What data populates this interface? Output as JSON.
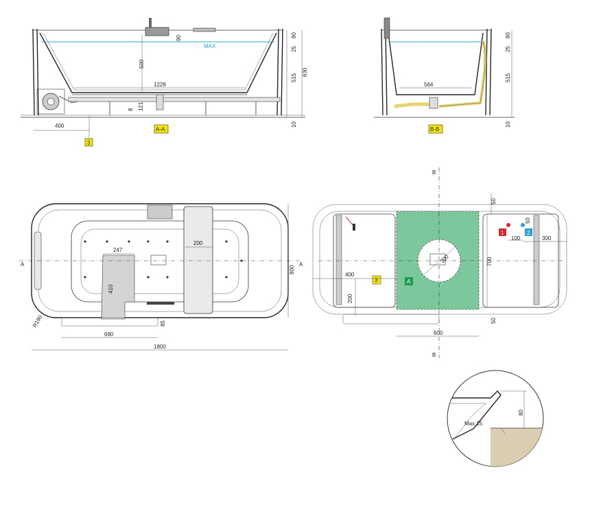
{
  "colors": {
    "water_line": "#29a3d6",
    "tag_yellow": "#f5e600",
    "tag_red": "#d7262e",
    "tag_blue": "#2ba1d8",
    "tag_green": "#1e9a50",
    "zone_green": "#7cc79b",
    "floor": "#d9cdb2"
  },
  "section_aa": {
    "label": "A-A",
    "water": "MAX",
    "dims": {
      "d90": "90",
      "d80": "80",
      "d25": "25",
      "d500": "500",
      "d515": "515",
      "d630": "630",
      "d1228": "1228",
      "d121": "121",
      "d8": "8",
      "d10": "10",
      "d400": "400"
    },
    "tag": "3"
  },
  "section_bb": {
    "label": "B-B",
    "dims": {
      "d80": "80",
      "d25": "25",
      "d564": "564",
      "d515": "515",
      "d10": "10"
    }
  },
  "plan_view": {
    "axis_left": "A",
    "axis_right": "A",
    "dims": {
      "d247": "247",
      "d200": "200",
      "d410": "410",
      "d800": "800",
      "d85": "85",
      "d690": "690",
      "d1800": "1800",
      "r190": "R190"
    }
  },
  "install_view": {
    "axis_top": "B",
    "axis_bottom": "B",
    "tags": {
      "t1": "1",
      "t2": "2",
      "t3": "3",
      "tA": "A"
    },
    "dims": {
      "d50_top": "50",
      "d50_b": "50",
      "d100": "100",
      "d300": "300",
      "d700": "700",
      "d400": "400",
      "d200": "200",
      "d300_circle": "300",
      "d600": "600",
      "d50_bottom": "50"
    }
  },
  "detail": {
    "max_label": "Max 15",
    "d80": "80"
  }
}
